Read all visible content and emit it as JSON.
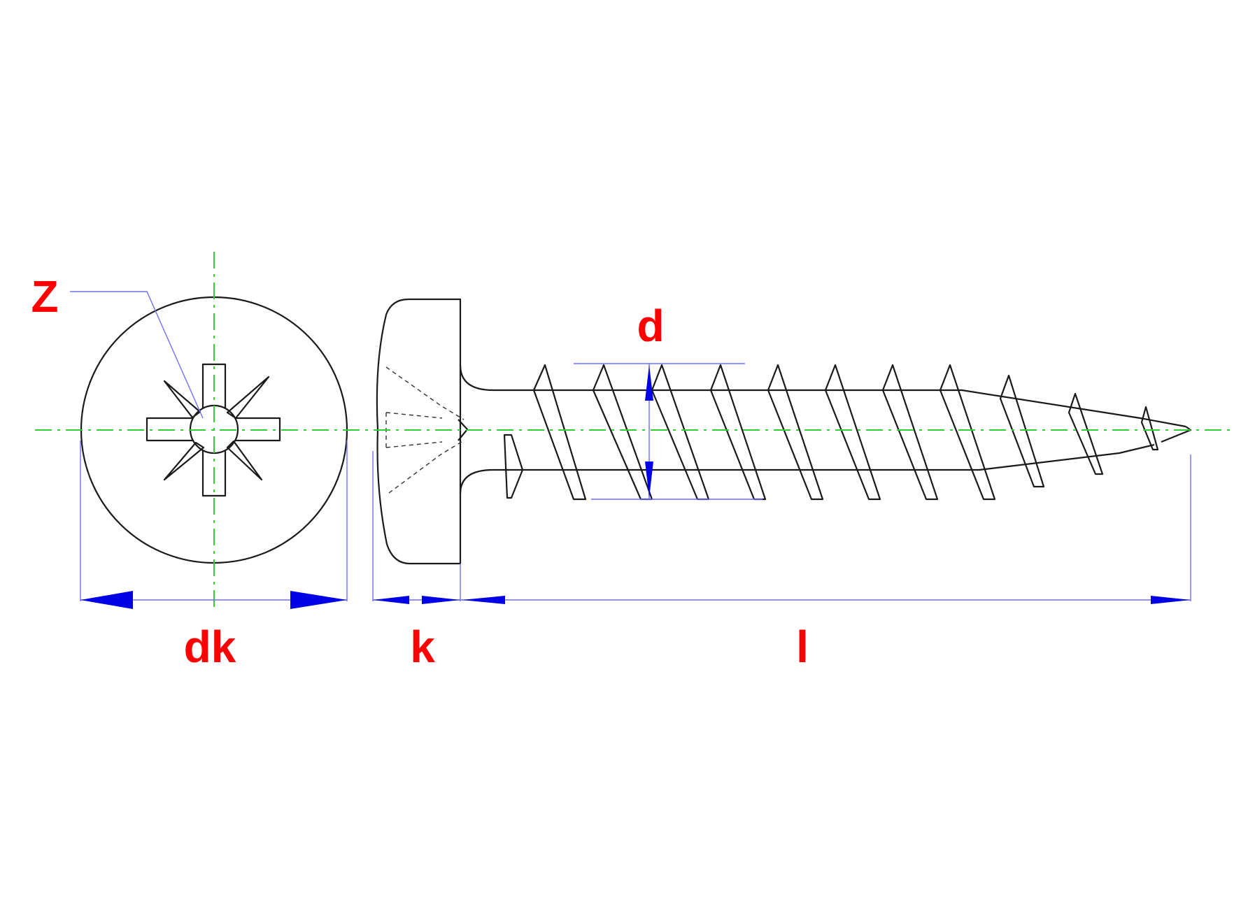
{
  "labels": {
    "z": "Z",
    "d": "d",
    "dk": "dk",
    "k": "k",
    "l": "l"
  },
  "colors": {
    "label": "#ff0000",
    "dimension_arrow": "#0000e6",
    "dimension_line": "#6f6fff",
    "center_line": "#2ed12e",
    "outline": "#1a1a1a"
  }
}
